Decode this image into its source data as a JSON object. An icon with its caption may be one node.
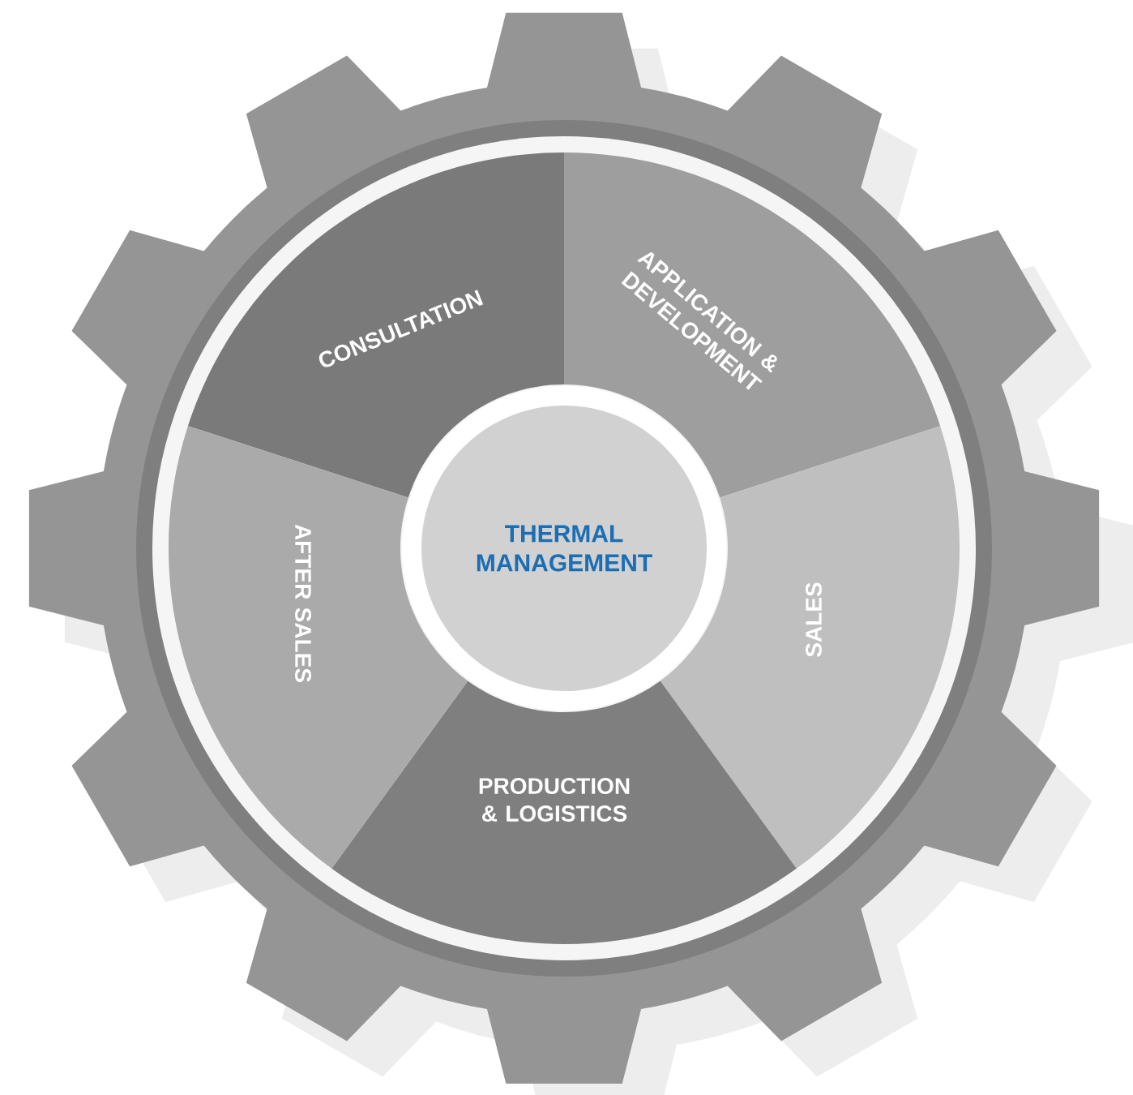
{
  "diagram": {
    "nodes": [
      {
        "text": [
          "THERMAL MANAGEMENT"
        ]
      },
      {
        "text": [
          "CONSULTATION"
        ]
      },
      {
        "text": [
          "APPLICATION & DEVELOPMENT"
        ]
      },
      {
        "text": [
          "SALES"
        ]
      },
      {
        "text": [
          "PRODUCTION & LOGISTICS"
        ]
      },
      {
        "text": [
          "AFTER SALES"
        ]
      }
    ]
  }
}
